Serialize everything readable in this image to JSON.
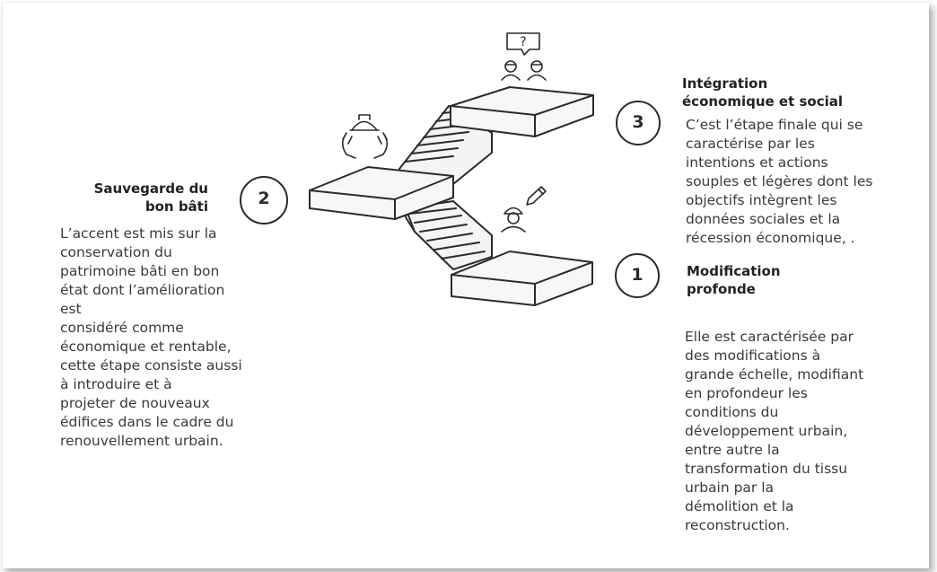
{
  "steps": [
    {
      "number": "1",
      "title": "Modification\nprofonde",
      "text": "Elle est caractérisée par\ndes modifications à\ngrande échelle, modifiant\nen profondeur les\nconditions du\ndéveloppement urbain,\nentre autre la\ntransformation du tissu\nurbain par la\ndémolition et la\nreconstruction."
    },
    {
      "number": "2",
      "title": "Sauvegarde du\nbon bâti",
      "text": "L’accent est mis sur la\nconservation du\npatrimoine bâti en bon\nétat dont l’amélioration\nest\nconsidéré comme\néconomique et rentable,\ncette étape consiste aussi\nà introduire et à\nprojeter de nouveaux\nédifices dans le cadre du\nrenouvellement urbain."
    },
    {
      "number": "3",
      "title": "Intégration\néconomique et social",
      "text": "C’est l’étape finale qui se\ncaractérise par les\nintentions et actions\nsouples et légères dont les\nobjectifs intègrent les\ndonnées sociales et la\nrécession économique, ."
    }
  ],
  "icons": {
    "top": "question-bubble-people-icon",
    "middle": "helmet-hands-icon",
    "bottom": "worker-pencil-icon"
  },
  "question_mark": "?"
}
